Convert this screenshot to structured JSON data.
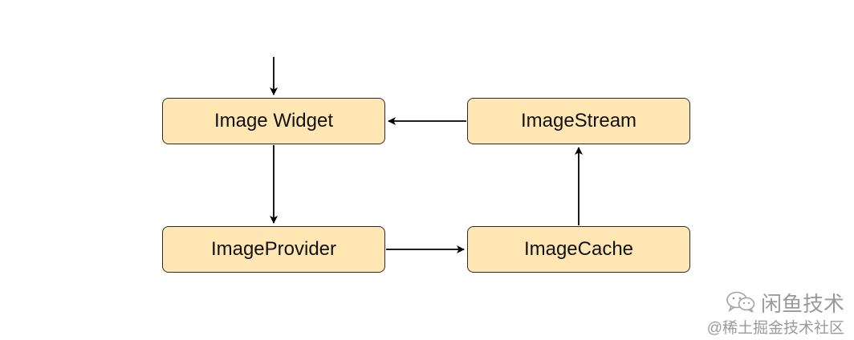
{
  "diagram": {
    "nodes": {
      "image_widget": "Image Widget",
      "image_stream": "ImageStream",
      "image_provider": "ImageProvider",
      "image_cache": "ImageCache"
    },
    "edges": [
      {
        "from": "(entry)",
        "to": "Image Widget"
      },
      {
        "from": "Image Widget",
        "to": "ImageProvider"
      },
      {
        "from": "ImageProvider",
        "to": "ImageCache"
      },
      {
        "from": "ImageCache",
        "to": "ImageStream"
      },
      {
        "from": "ImageStream",
        "to": "Image Widget"
      }
    ]
  },
  "watermark": {
    "channel": "闲鱼技术",
    "source": "@稀土掘金技术社区",
    "icon": "wechat-icon"
  },
  "colors": {
    "node_fill": "#ffe6b3",
    "node_border": "#2b2b2b",
    "arrow": "#000000",
    "watermark": "#9a9a9a"
  }
}
